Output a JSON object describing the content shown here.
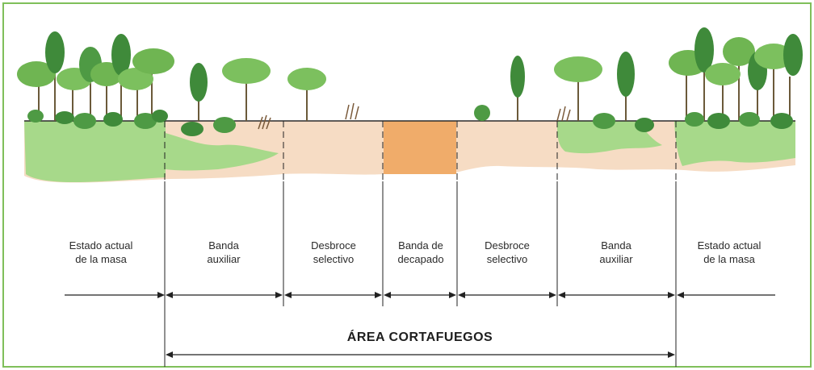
{
  "diagram": {
    "title": "ÁREA CORTAFUEGOS",
    "zones": [
      {
        "label": "Estado actual\nde la masa"
      },
      {
        "label": "Banda\nauxiliar"
      },
      {
        "label": "Desbroce\nselectivo"
      },
      {
        "label": "Banda de\ndecapado"
      },
      {
        "label": "Desbroce\nselectivo"
      },
      {
        "label": "Banda\nauxiliar"
      },
      {
        "label": "Estado actual\nde la masa"
      }
    ],
    "colors": {
      "border": "#7fbf5a",
      "vegetation_light": "#a7d98a",
      "tree_canopy": "#6fb552",
      "tree_dark": "#3f8a3a",
      "soil_light": "#f6dcc4",
      "soil_decapado": "#f0ac6a",
      "line": "#222222"
    }
  }
}
